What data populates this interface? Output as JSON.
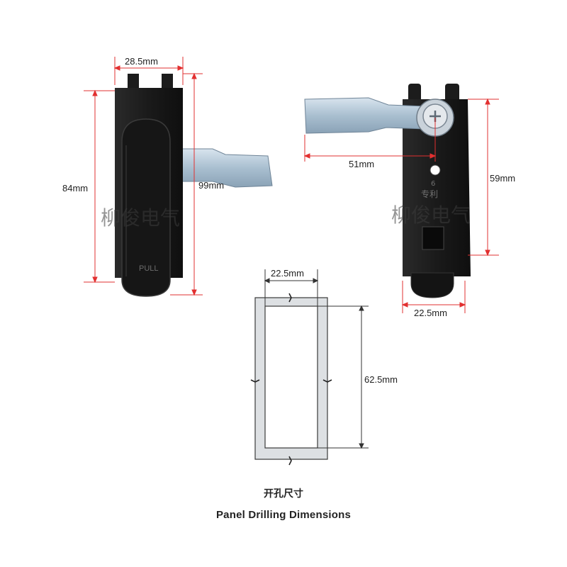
{
  "left_view": {
    "width_label": "28.5mm",
    "height_label": "84mm",
    "total_height_label": "99mm",
    "pull_text": "PULL"
  },
  "right_view": {
    "handle_length_label": "51mm",
    "height_label": "59mm",
    "width_label": "22.5mm",
    "embossed_mark": "6",
    "embossed_text": "专利"
  },
  "cutout": {
    "width_label": "22.5mm",
    "height_label": "62.5mm"
  },
  "watermark": "柳俊电气",
  "caption_cn": "开孔尺寸",
  "caption_en": "Panel Drilling Dimensions",
  "colors": {
    "dimension_line": "#e23030",
    "latch_body": "#1c1c1c",
    "metal": "#aec4d6",
    "cutout_fill": "#dde0e3"
  }
}
